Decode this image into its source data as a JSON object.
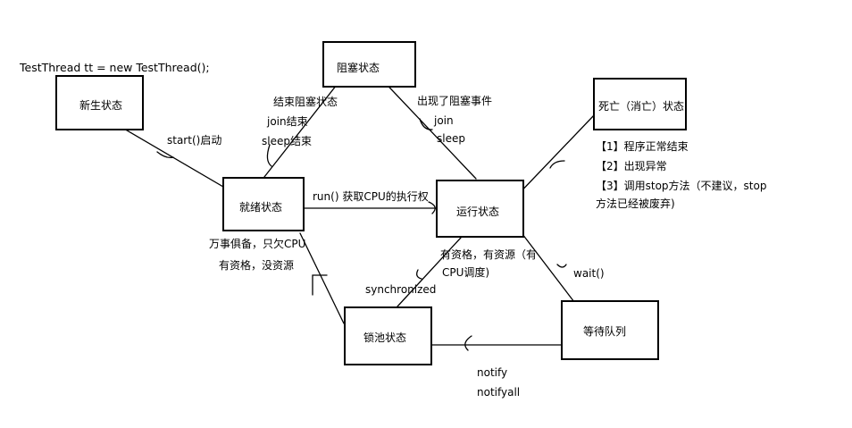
{
  "header_code": "TestThread tt = new TestThread();",
  "states": {
    "new": "新生状态",
    "blocked": "阻塞状态",
    "ready": "就绪状态",
    "running": "运行状态",
    "dead": "死亡（消亡）状态",
    "lock_pool": "锁池状态",
    "wait_queue": "等待队列"
  },
  "edge_labels": {
    "start": "start()启动",
    "end_block": "结束阻塞状态",
    "join_end": "join结束",
    "sleep_end": "sleep结束",
    "block_event": "出现了阻塞事件",
    "join": "join",
    "sleep": "sleep",
    "run": "run() 获取CPU的执行权",
    "ready_note_1": "万事俱备，只欠CPU",
    "ready_note_2": "有资格，没资源",
    "running_note_1": "有资格，有资源（有",
    "running_note_2": "CPU调度)",
    "synchronized": "synchronized",
    "wait": "wait()",
    "notify": "notify",
    "notifyall": "notifyall"
  },
  "dead_reasons": [
    "【1】程序正常结束",
    "【2】出现异常",
    "【3】调用stop方法（不建议，stop",
    "方法已经被废弃)"
  ]
}
